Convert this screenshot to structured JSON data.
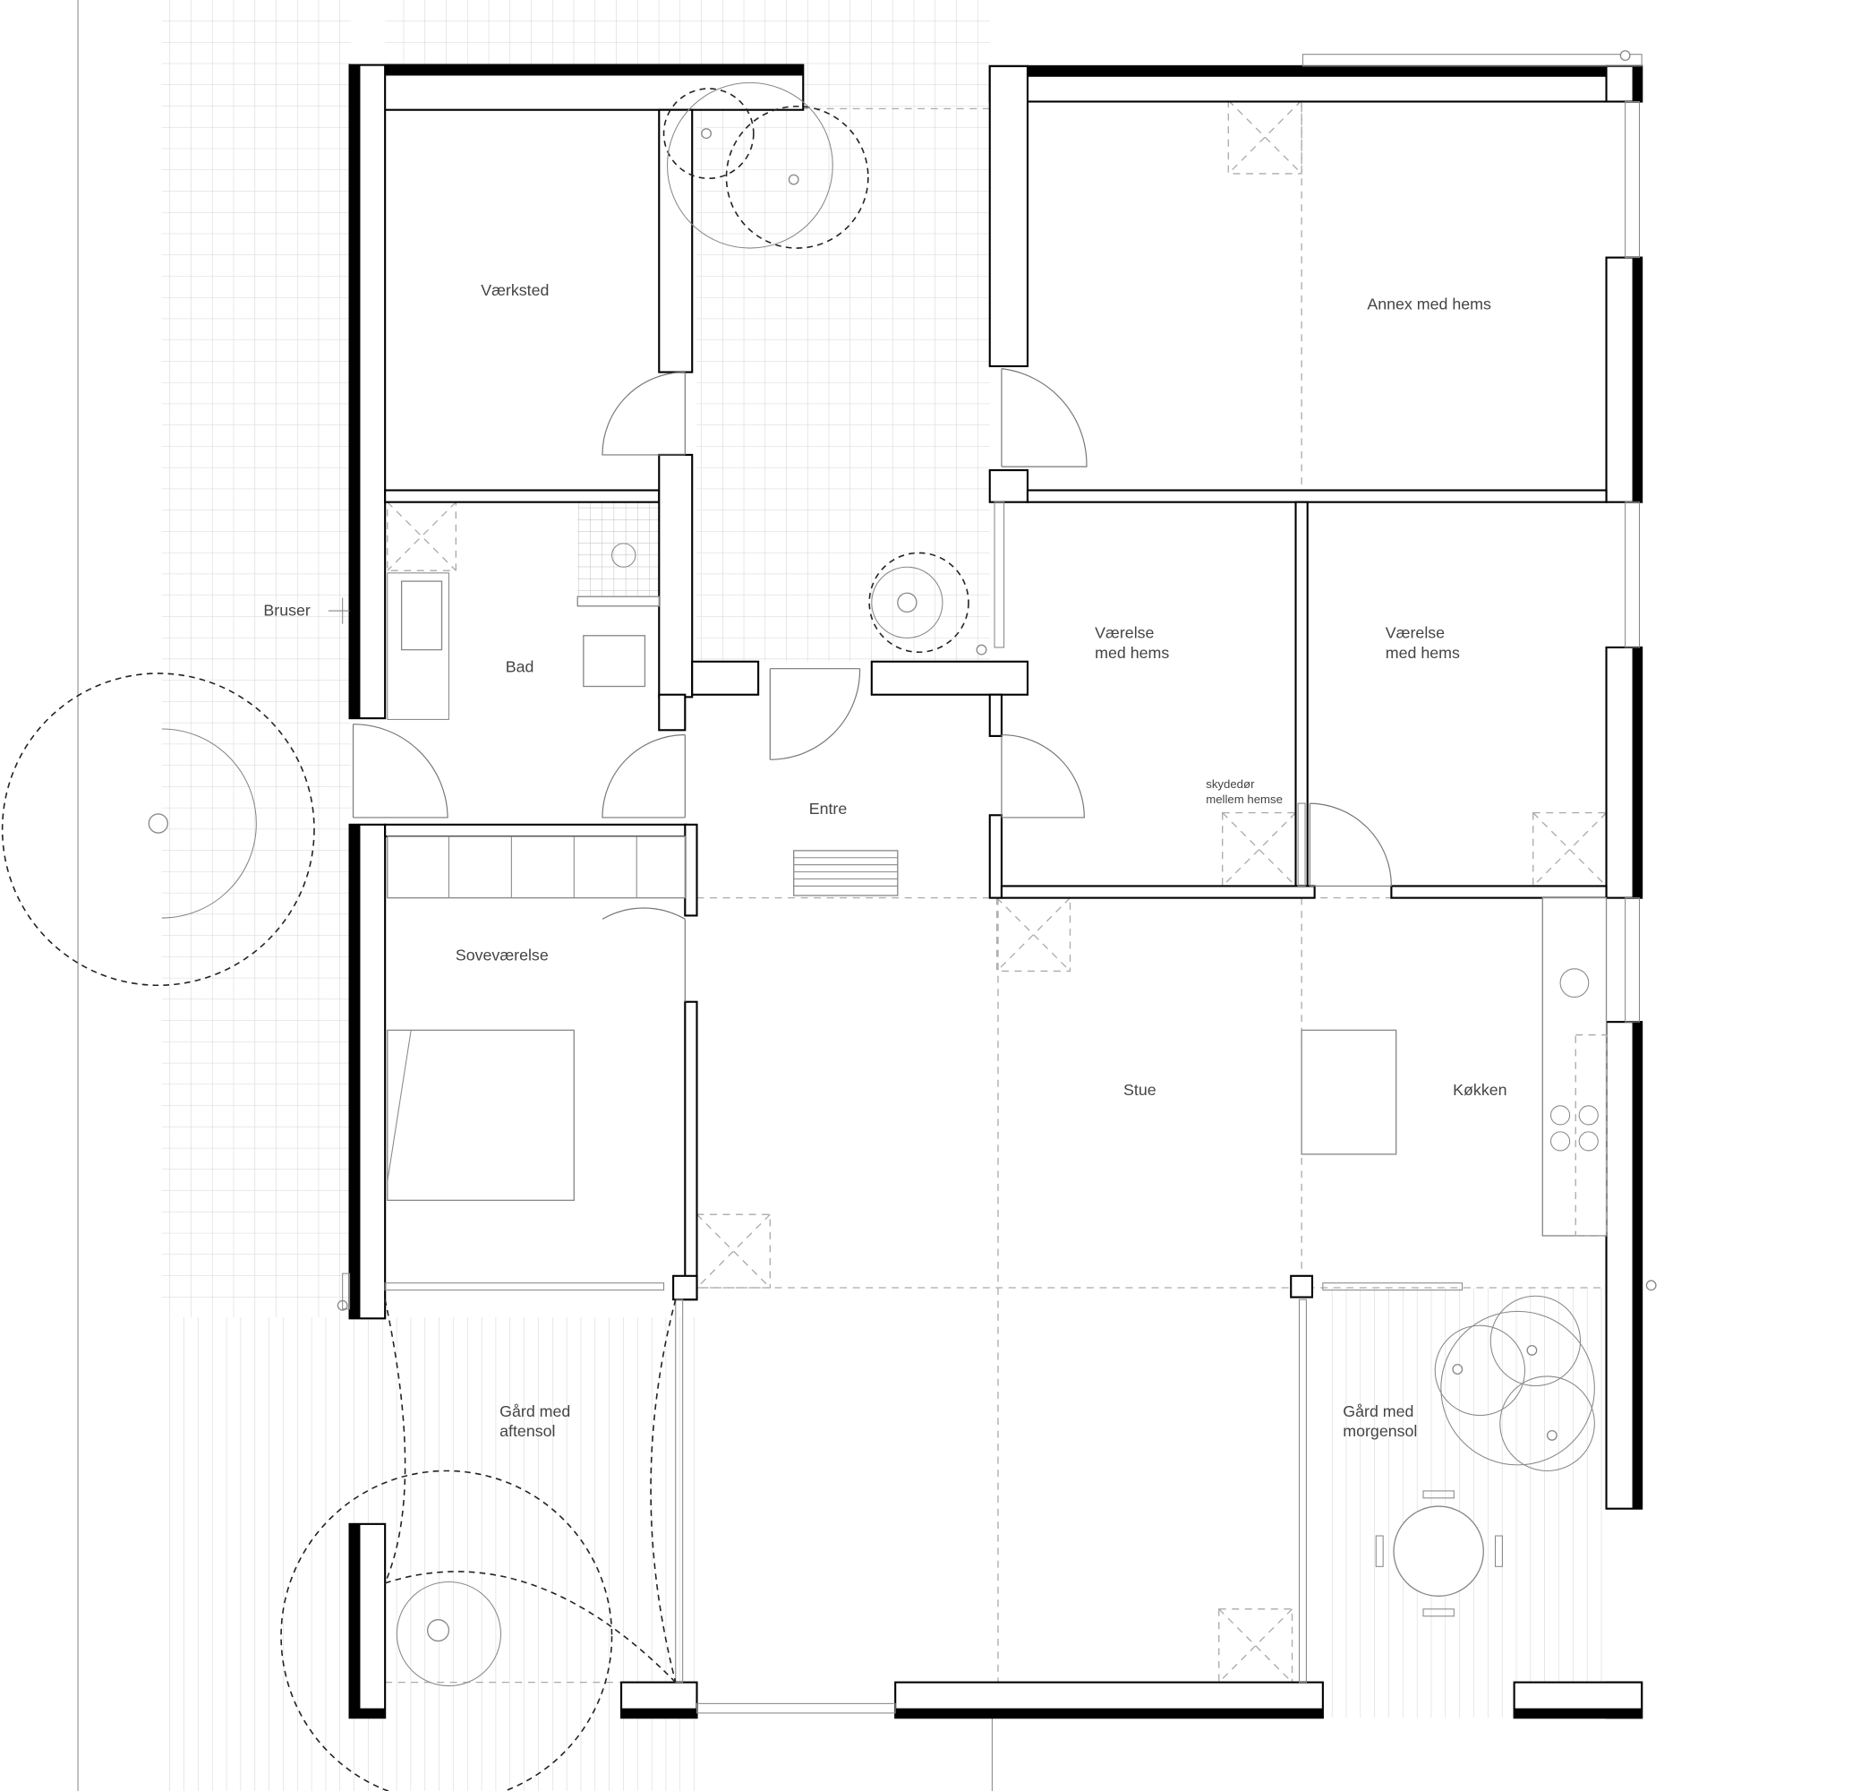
{
  "plan": {
    "rooms": {
      "vaerksted": "Værksted",
      "annex": "Annex med hems",
      "bruser": "Bruser",
      "bad": "Bad",
      "vaerelse1_l1": "Værelse",
      "vaerelse1_l2": "med hems",
      "vaerelse2_l1": "Værelse",
      "vaerelse2_l2": "med hems",
      "skydedoer_l1": "skydedør",
      "skydedoer_l2": "mellem hemse",
      "entre": "Entre",
      "sovevaerelse": "Soveværelse",
      "stue": "Stue",
      "koekken": "Køkken",
      "gaard_aften_l1": "Gård med",
      "gaard_aften_l2": "aftensol",
      "gaard_morgen_l1": "Gård med",
      "gaard_morgen_l2": "morgensol"
    },
    "colors": {
      "wall": "#000000",
      "hatch": "#cccccc",
      "text": "#444444"
    }
  }
}
